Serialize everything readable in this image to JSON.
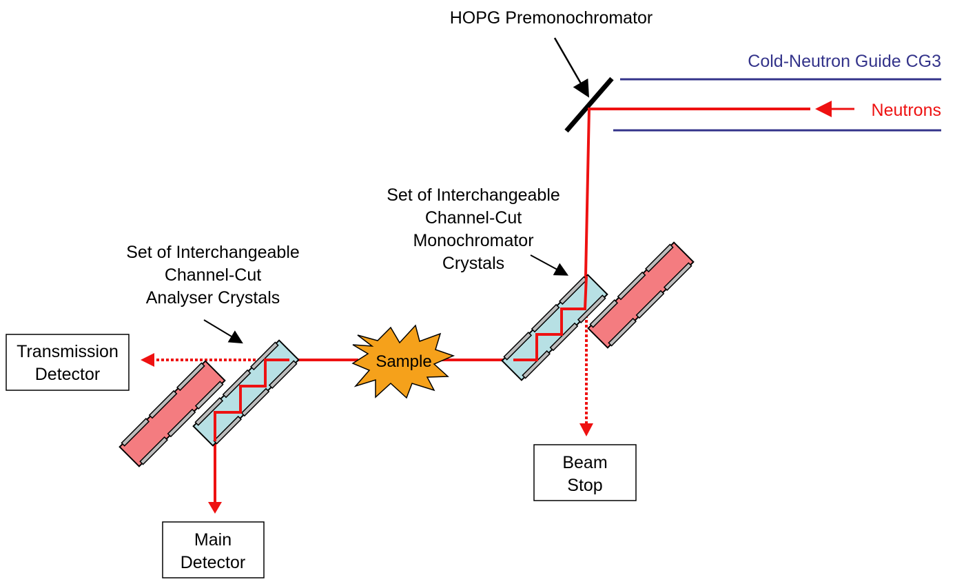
{
  "labels": {
    "premono": "HOPG Premonochromator",
    "guide": "Cold-Neutron Guide CG3",
    "neutrons": "Neutrons",
    "mono_line1": "Set of Interchangeable",
    "mono_line2": "Channel-Cut",
    "mono_line3": "Monochromator",
    "mono_line4": "Crystals",
    "analyser_line1": "Set of Interchangeable",
    "analyser_line2": "Channel-Cut",
    "analyser_line3": "Analyser Crystals",
    "sample": "Sample",
    "transmission_line1": "Transmission",
    "transmission_line2": "Detector",
    "main_line1": "Main",
    "main_line2": "Detector",
    "beamstop_line1": "Beam",
    "beamstop_line2": "Stop"
  },
  "colors": {
    "beam": "#ee1111",
    "guide": "#33338a",
    "neutrons_text": "#ee1111",
    "guide_text": "#33338a",
    "crystal_blue": "#b7e0e4",
    "crystal_red": "#f47c80",
    "crystal_slot": "#bdbdbd",
    "sample_fill": "#f5a11b",
    "line": "#000000"
  }
}
